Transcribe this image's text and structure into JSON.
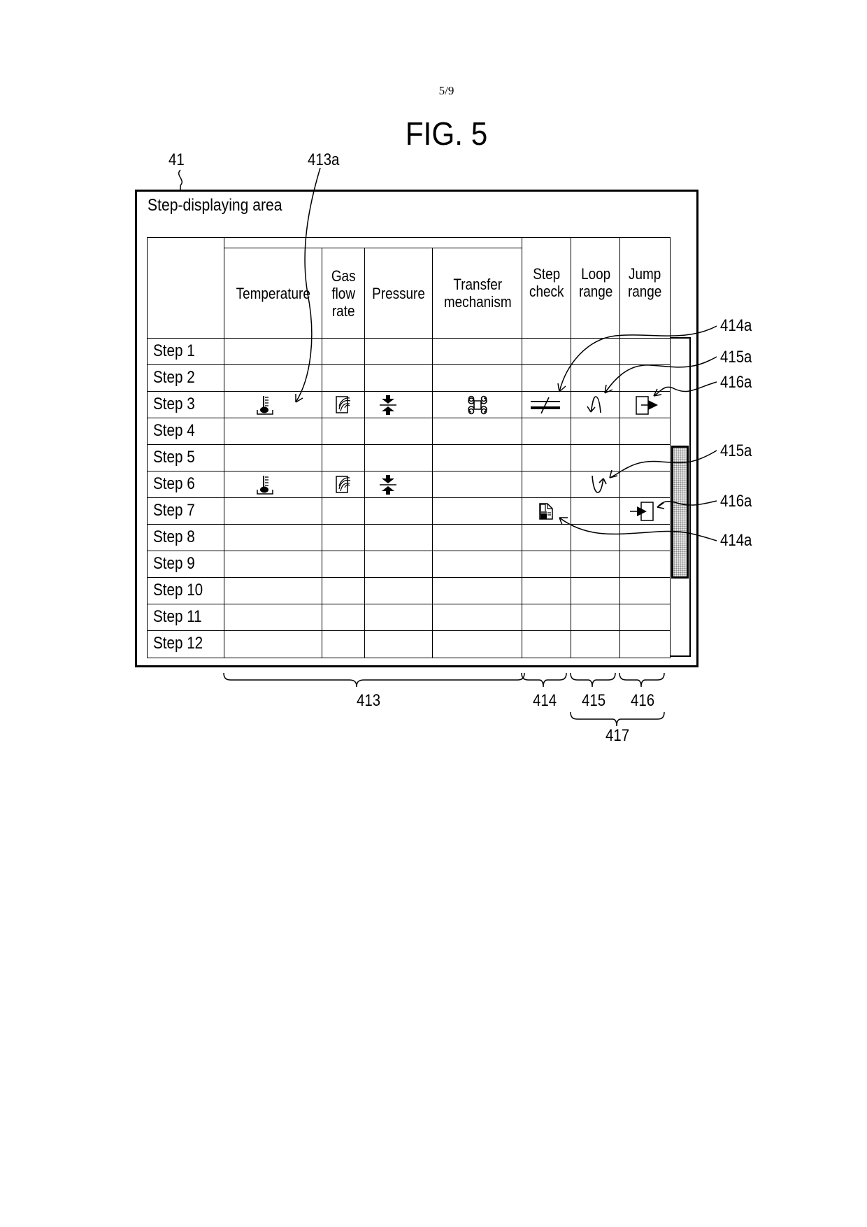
{
  "page": {
    "number": "5/9",
    "figure_title": "FIG. 5"
  },
  "reference_labels": {
    "area": "41",
    "icon_413a": "413a",
    "icon_414a_top": "414a",
    "icon_415a_top": "415a",
    "icon_416a_top": "416a",
    "icon_415a_bottom": "415a",
    "icon_416a_bottom": "416a",
    "icon_414a_bottom": "414a",
    "group_413": "413",
    "group_414": "414",
    "group_415": "415",
    "group_416": "416",
    "group_417": "417"
  },
  "step_area": {
    "title": "Step-displaying area",
    "columns": [
      {
        "key": "temperature",
        "label": "Temperature"
      },
      {
        "key": "gas",
        "label": "Gas\nflow\nrate"
      },
      {
        "key": "pressure",
        "label": "Pressure"
      },
      {
        "key": "transfer",
        "label": "Transfer\nmechanism"
      },
      {
        "key": "step_check",
        "label": "Step\ncheck"
      },
      {
        "key": "loop",
        "label": "Loop\nrange"
      },
      {
        "key": "jump",
        "label": "Jump\nrange"
      }
    ],
    "rows": [
      {
        "label": "Step 1",
        "icons": {}
      },
      {
        "label": "Step 2",
        "icons": {}
      },
      {
        "label": "Step 3",
        "icons": {
          "temperature": "thermometer-icon",
          "gas": "gas-flow-icon",
          "pressure": "pressure-icon",
          "transfer": "command-key-icon",
          "step_check": "not-equal-icon",
          "loop": "loop-start-icon",
          "jump": "jump-out-icon"
        }
      },
      {
        "label": "Step 4",
        "icons": {}
      },
      {
        "label": "Step 5",
        "icons": {}
      },
      {
        "label": "Step 6",
        "icons": {
          "temperature": "thermometer-icon",
          "gas": "gas-flow-icon",
          "pressure": "pressure-icon",
          "loop": "loop-end-icon"
        }
      },
      {
        "label": "Step 7",
        "icons": {
          "step_check": "document-check-icon",
          "jump": "jump-in-icon"
        }
      },
      {
        "label": "Step 8",
        "icons": {}
      },
      {
        "label": "Step 9",
        "icons": {}
      },
      {
        "label": "Step 10",
        "icons": {}
      },
      {
        "label": "Step 11",
        "icons": {}
      },
      {
        "label": "Step 12",
        "icons": {}
      }
    ]
  }
}
